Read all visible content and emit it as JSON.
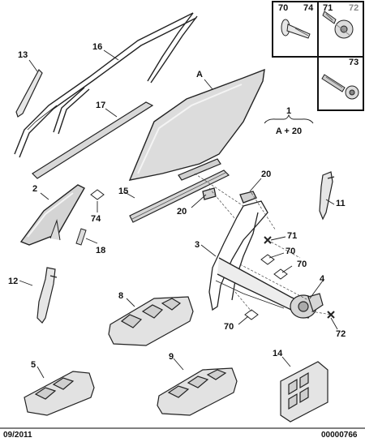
{
  "labels": {
    "p1": "1",
    "formula": "A + 20",
    "p2": "2",
    "p3": "3",
    "p4": "4",
    "p5": "5",
    "p8": "8",
    "p9": "9",
    "p11": "11",
    "p12": "12",
    "p13": "13",
    "p14": "14",
    "p15": "15",
    "p16": "16",
    "p17": "17",
    "p18": "18",
    "p20a": "20",
    "p20b": "20",
    "p70a": "70",
    "p70b": "70",
    "p70c": "70",
    "p71": "71",
    "p72": "72",
    "p74": "74",
    "pA": "A",
    "inset70": "70",
    "inset74": "74",
    "inset71": "71",
    "inset72": "72",
    "inset73": "73"
  },
  "footer": {
    "date": "09/2011",
    "ref": "00000766"
  },
  "colors": {
    "line": "#222222",
    "glass": "#dcdcdc",
    "part": "#e8e8e8",
    "muted_label": "#888888"
  }
}
